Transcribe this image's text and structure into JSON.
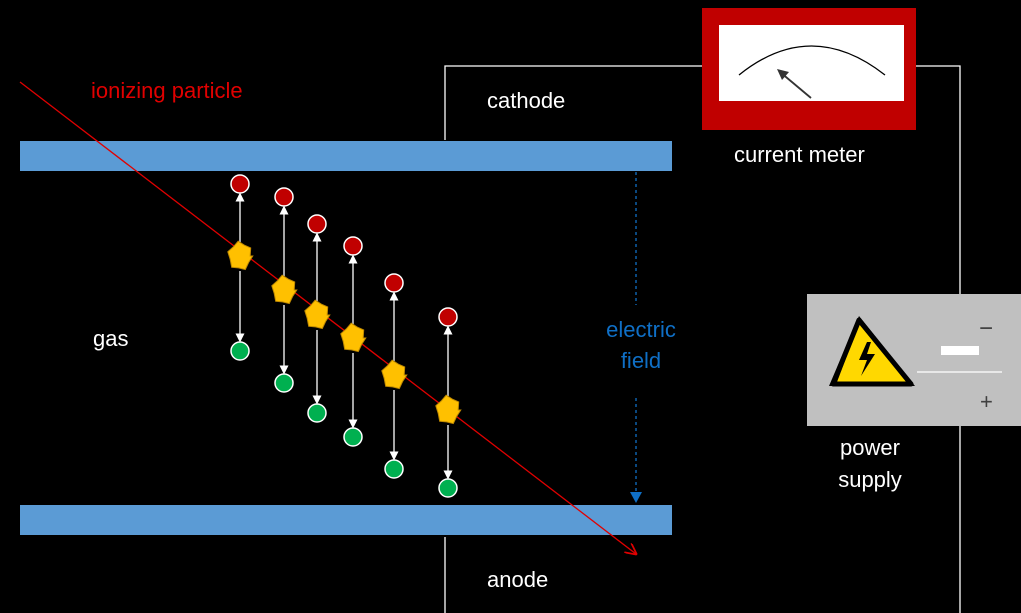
{
  "labels": {
    "ionizing_particle": "ionizing particle",
    "cathode": "cathode",
    "anode": "anode",
    "gas": "gas",
    "electric_field_line1": "electric",
    "electric_field_line2": "field",
    "current_meter": "current meter",
    "power_supply_line1": "power",
    "power_supply_line2": "supply",
    "minus": "−",
    "plus": "+"
  },
  "colors": {
    "background": "#000000",
    "electrode": "#5b9bd5",
    "particle_track": "#e00000",
    "positive_ion": "#c00000",
    "electron": "#00b050",
    "ionization": "#ffc000",
    "field": "#0f6fc6",
    "meter_frame": "#c00000",
    "power_supply": "#c0c0c0"
  },
  "icons": {
    "warning": "high-voltage-warning-icon",
    "meter_needle": "needle-icon"
  }
}
